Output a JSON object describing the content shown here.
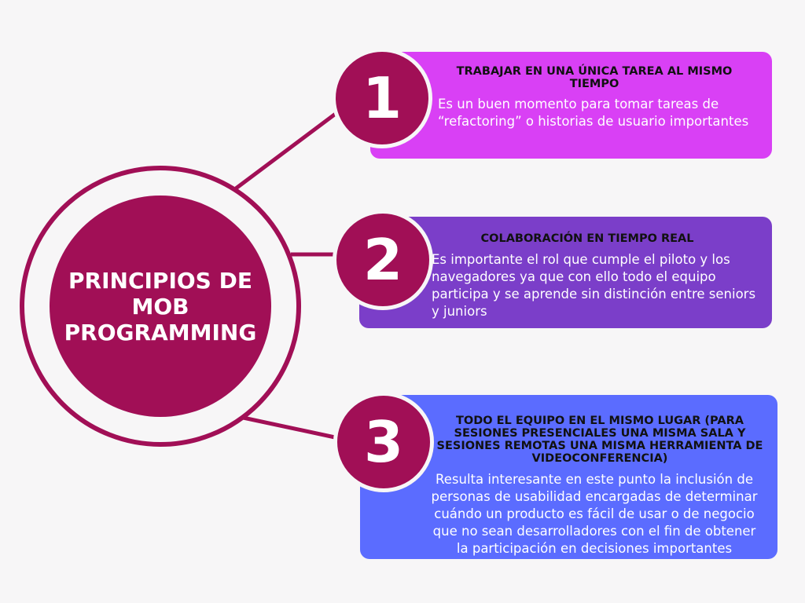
{
  "hub": {
    "title": "PRINCIPIOS DE MOB PROGRAMMING"
  },
  "principles": [
    {
      "number": "1",
      "title": "TRABAJAR EN UNA ÚNICA TAREA AL MISMO TIEMPO",
      "text": "Es un buen momento para tomar tareas de “refactoring” o historias de usuario importantes"
    },
    {
      "number": "2",
      "title": "COLABORACIÓN EN TIEMPO REAL",
      "text": "Es importante el rol que cumple el piloto y los navegadores ya que con ello todo el equipo participa y se aprende sin distinción entre seniors y juniors"
    },
    {
      "number": "3",
      "title": "TODO EL EQUIPO EN EL MISMO LUGAR (PARA SESIONES PRESENCIALES UNA MISMA SALA Y SESIONES REMOTAS UNA MISMA HERRAMIENTA DE VIDEOCONFERENCIA)",
      "text": "Resulta interesante en este punto la inclusión de personas de usabilidad encargadas de determinar cuándo un producto es fácil de usar o de negocio que no sean desarrolladores con el fin de obtener la participación en decisiones importantes"
    }
  ],
  "colors": {
    "hub": "#a10f56",
    "card_1": "#d940f5",
    "card_2": "#7b3ec9",
    "card_3": "#5b6cff",
    "background": "#f7f6f7"
  }
}
